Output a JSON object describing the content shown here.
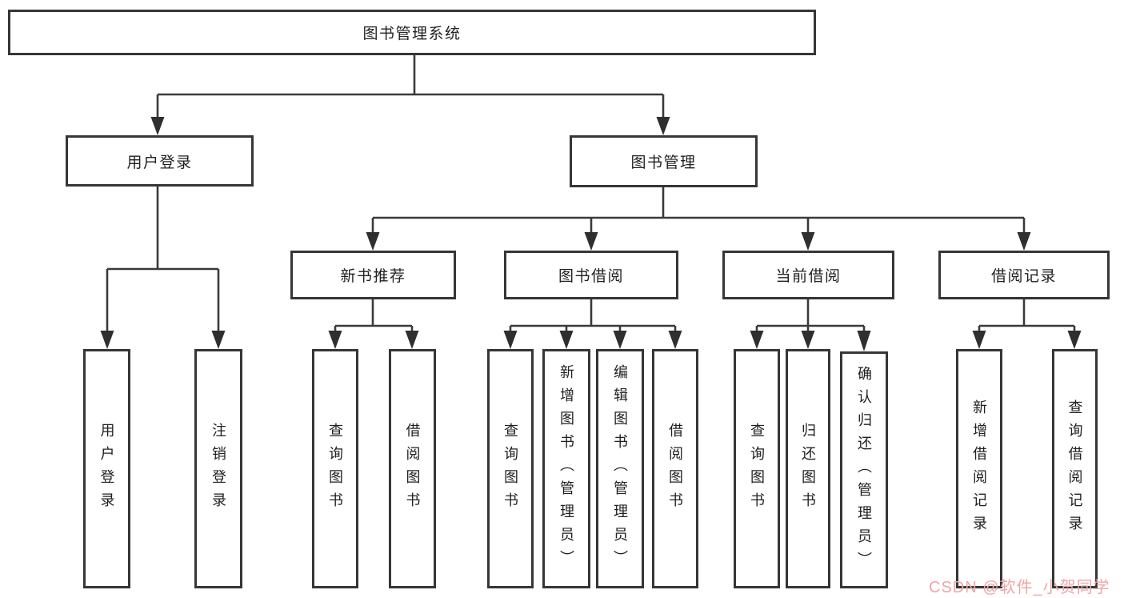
{
  "nodes": {
    "root": {
      "label": "图书管理系统"
    },
    "user_login": {
      "label": "用户登录"
    },
    "book_mgmt": {
      "label": "图书管理"
    },
    "new_book_rec": {
      "label": "新书推荐"
    },
    "book_borrow": {
      "label": "图书借阅"
    },
    "current_borrow": {
      "label": "当前借阅"
    },
    "borrow_records": {
      "label": "借阅记录"
    },
    "leaf_user_login": {
      "label": "用户登录"
    },
    "leaf_logout": {
      "label": "注销登录"
    },
    "leaf_rec_query": {
      "label": "查询图书"
    },
    "leaf_rec_borrow": {
      "label": "借阅图书"
    },
    "leaf_bb_query": {
      "label": "查询图书"
    },
    "leaf_bb_add": {
      "label": "新增图书（管理员）"
    },
    "leaf_bb_edit": {
      "label": "编辑图书（管理员）"
    },
    "leaf_bb_borrow": {
      "label": "借阅图书"
    },
    "leaf_cb_query": {
      "label": "查询图书"
    },
    "leaf_cb_return": {
      "label": "归还图书"
    },
    "leaf_cb_confirm": {
      "label": "确认归还（管理员）"
    },
    "leaf_br_add": {
      "label": "新增借阅记录"
    },
    "leaf_br_query": {
      "label": "查询借阅记录"
    }
  },
  "hierarchy": {
    "图书管理系统": {
      "用户登录": [
        "用户登录",
        "注销登录"
      ],
      "图书管理": {
        "新书推荐": [
          "查询图书",
          "借阅图书"
        ],
        "图书借阅": [
          "查询图书",
          "新增图书（管理员）",
          "编辑图书（管理员）",
          "借阅图书"
        ],
        "当前借阅": [
          "查询图书",
          "归还图书",
          "确认归还（管理员）"
        ],
        "借阅记录": [
          "新增借阅记录",
          "查询借阅记录"
        ]
      }
    }
  },
  "watermark": {
    "text": "CSDN @软件_小贺同学",
    "color": "#F2A5A5"
  },
  "colors": {
    "line": "#3A3A3A",
    "box_border": "#363636",
    "text": "#212121",
    "background": "#FFFFFF"
  }
}
